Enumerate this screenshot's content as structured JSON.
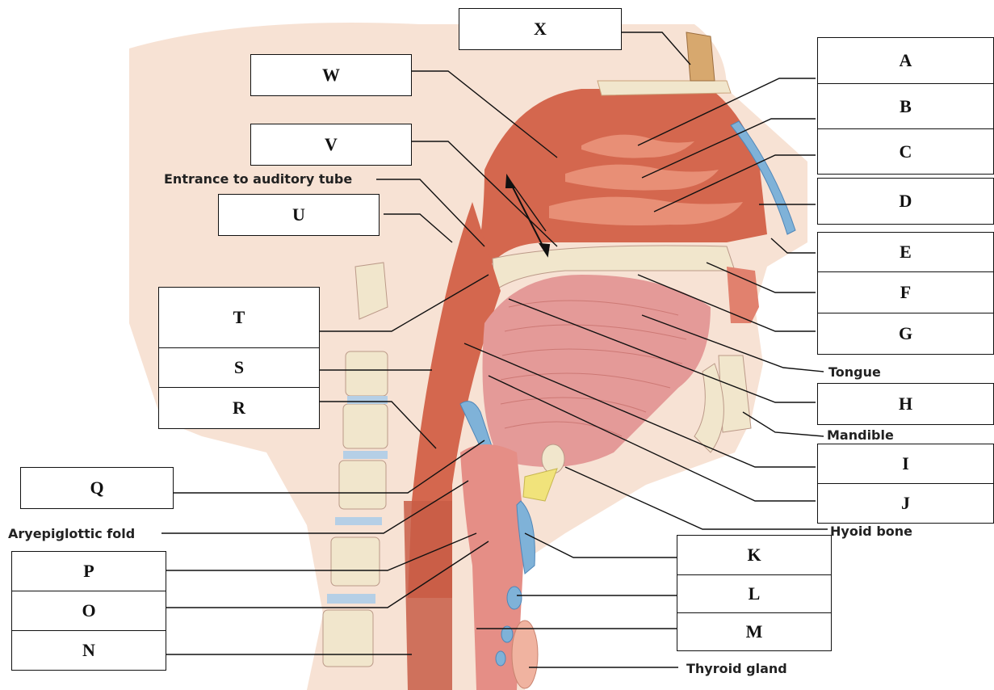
{
  "figure": {
    "boxes": {
      "X": "X",
      "W": "W",
      "V": "V",
      "U": "U",
      "T": "T",
      "S": "S",
      "R": "R",
      "Q": "Q",
      "P": "P",
      "O": "O",
      "N": "N",
      "A": "A",
      "B": "B",
      "C": "C",
      "D": "D",
      "E": "E",
      "F": "F",
      "G": "G",
      "H": "H",
      "I": "I",
      "J": "J",
      "K": "K",
      "L": "L",
      "M": "M"
    },
    "printed_labels": {
      "auditory_tube": "Entrance to auditory tube",
      "tongue": "Tongue",
      "mandible": "Mandible",
      "hyoid": "Hyoid bone",
      "aryepiglottic": "Aryepiglottic fold",
      "thyroid": "Thyroid gland"
    }
  },
  "colors": {
    "skin": "#f6dfcf",
    "tissue": "#d4674e",
    "tissue_dark": "#b24a36",
    "muscle": "#e49a98",
    "bone": "#f1e6cc",
    "cartilage": "#7fb2d8"
  }
}
